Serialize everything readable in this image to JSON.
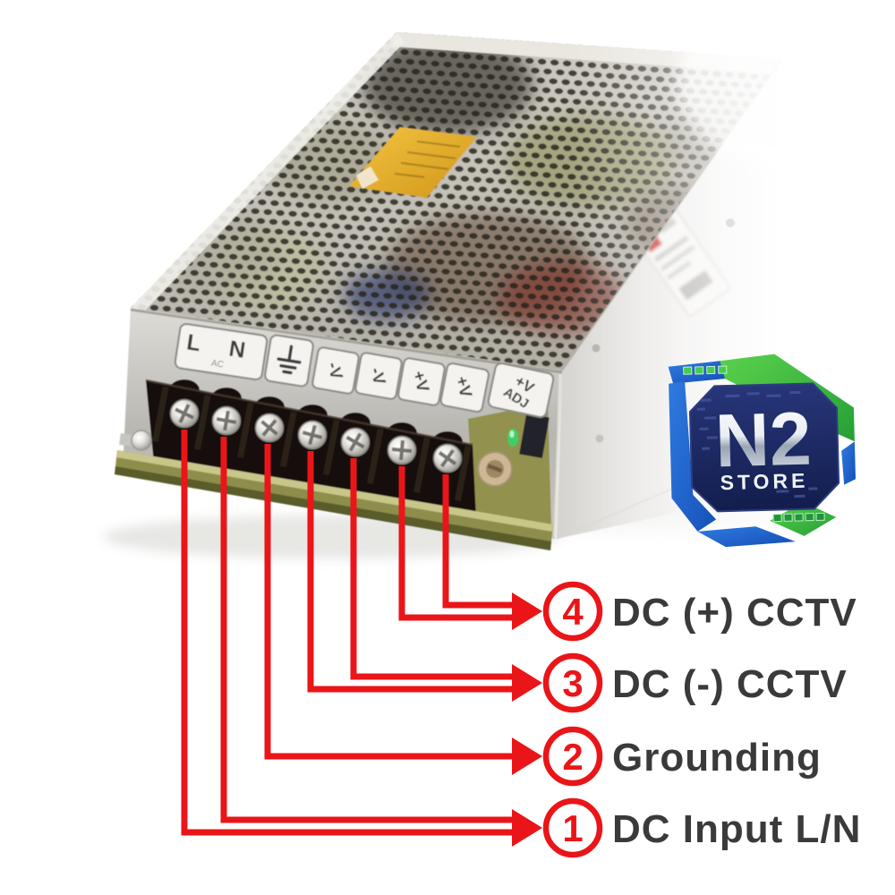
{
  "background": "#ffffff",
  "callouts": {
    "arrow_color": "#ea1518",
    "label_color": "#3a3a3c",
    "rows": [
      {
        "number": "4",
        "label": "DC (+) CCTV"
      },
      {
        "number": "3",
        "label": "DC (-) CCTV"
      },
      {
        "number": "2",
        "label": "Grounding"
      },
      {
        "number": "1",
        "label": "DC Input L/N"
      }
    ]
  },
  "psu": {
    "stickers": {
      "input": {
        "label": "L N",
        "sub": "AC"
      },
      "ground": {
        "icon": "ground-icon"
      },
      "out1": {
        "label": "-V"
      },
      "out2": {
        "label": "-V"
      },
      "out3": {
        "label": "+V"
      },
      "out4": {
        "label": "+V"
      },
      "adj": {
        "label": "+V",
        "sub": "ADJ"
      }
    },
    "terminal_count": 7,
    "colors": {
      "case_metal": "#c6c3ba",
      "terminal_block": "#17110c",
      "pcb_edge": "#8d8e4b",
      "sticker": "#f4f3ef",
      "spec_label": "#e6ae2b"
    }
  },
  "logo": {
    "title": "N2",
    "subtitle": "STORE",
    "colors": {
      "navy": "#1b2a66",
      "blue": "#1d64cf",
      "green": "#3cbb45"
    }
  }
}
